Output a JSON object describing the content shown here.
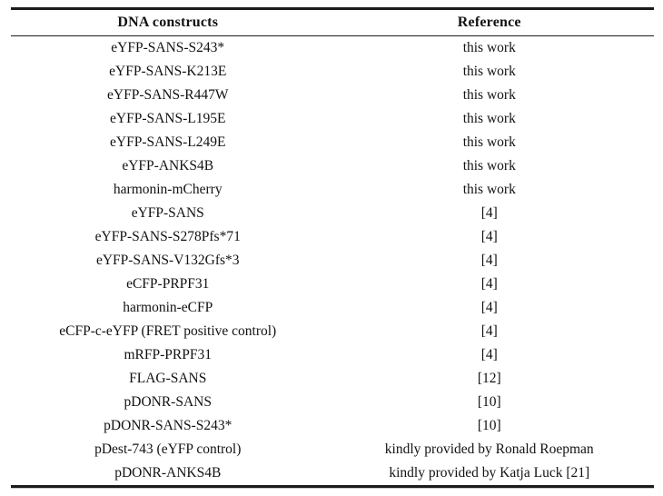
{
  "colors": {
    "background": "#ffffff",
    "text": "#121212",
    "rule": "#1b1b1b"
  },
  "table": {
    "headers": {
      "constructs": "DNA constructs",
      "reference": "Reference"
    },
    "rows": [
      {
        "construct": "eYFP-SANS-S243*",
        "reference": "this work"
      },
      {
        "construct": "eYFP-SANS-K213E",
        "reference": "this work"
      },
      {
        "construct": "eYFP-SANS-R447W",
        "reference": "this work"
      },
      {
        "construct": "eYFP-SANS-L195E",
        "reference": "this work"
      },
      {
        "construct": "eYFP-SANS-L249E",
        "reference": "this work"
      },
      {
        "construct": "eYFP-ANKS4B",
        "reference": "this work"
      },
      {
        "construct": "harmonin-mCherry",
        "reference": "this work"
      },
      {
        "construct": "eYFP-SANS",
        "reference": "[4]"
      },
      {
        "construct": "eYFP-SANS-S278Pfs*71",
        "reference": "[4]"
      },
      {
        "construct": "eYFP-SANS-V132Gfs*3",
        "reference": "[4]"
      },
      {
        "construct": "eCFP-PRPF31",
        "reference": "[4]"
      },
      {
        "construct": "harmonin-eCFP",
        "reference": "[4]"
      },
      {
        "construct": "eCFP-c-eYFP (FRET positive control)",
        "reference": "[4]"
      },
      {
        "construct": "mRFP-PRPF31",
        "reference": "[4]"
      },
      {
        "construct": "FLAG-SANS",
        "reference": "[12]"
      },
      {
        "construct": "pDONR-SANS",
        "reference": "[10]"
      },
      {
        "construct": "pDONR-SANS-S243*",
        "reference": "[10]"
      },
      {
        "construct": "pDest-743 (eYFP control)",
        "reference": "kindly provided by Ronald Roepman"
      },
      {
        "construct": "pDONR-ANKS4B",
        "reference": "kindly provided by Katja Luck [21]"
      }
    ]
  }
}
